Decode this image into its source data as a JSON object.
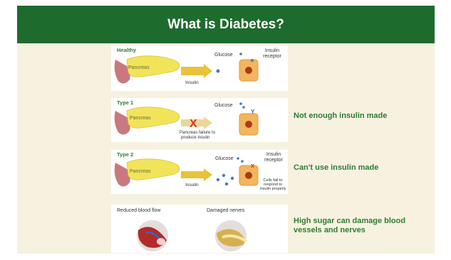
{
  "title": "What is Diabetes?",
  "colors": {
    "header": "#1e6b2e",
    "cream": "#f7f1e0",
    "side_text": "#2f7d32",
    "type_label": "#2d7d32"
  },
  "panels": [
    {
      "type_label": "Healthy",
      "organ": "Pancreas",
      "arrow": "Insulin",
      "glucose": "Glucose",
      "receptor": "Insulin receptor"
    },
    {
      "type_label": "Type 1",
      "organ": "Pancreas",
      "glucose": "Glucose",
      "failure": "Pancreas failure to produce insulin",
      "side": "Not enough insulin made"
    },
    {
      "type_label": "Type 2",
      "organ": "Pancreas",
      "arrow": "Insulin",
      "glucose": "Glucose",
      "receptor": "Insulin receptor",
      "failure": "Cells fail to respond to insulin properly",
      "side": "Can't use insulin made"
    },
    {
      "left_label": "Reduced blood flow",
      "right_label": "Damaged nerves",
      "side": "High sugar can damage blood vessels and nerves"
    }
  ]
}
